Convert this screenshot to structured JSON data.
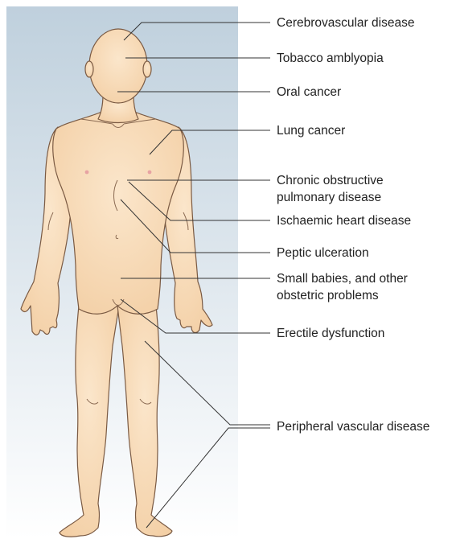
{
  "figure": {
    "labels": [
      {
        "id": "cerebrovascular",
        "lines": [
          "Cerebrovascular disease"
        ]
      },
      {
        "id": "tobacco-amblyopia",
        "lines": [
          "Tobacco amblyopia"
        ]
      },
      {
        "id": "oral-cancer",
        "lines": [
          "Oral cancer"
        ]
      },
      {
        "id": "lung-cancer",
        "lines": [
          "Lung cancer"
        ]
      },
      {
        "id": "copd",
        "lines": [
          "Chronic obstructive",
          "pulmonary disease"
        ]
      },
      {
        "id": "ischaemic-heart",
        "lines": [
          "Ischaemic heart disease"
        ]
      },
      {
        "id": "peptic-ulceration",
        "lines": [
          "Peptic ulceration"
        ]
      },
      {
        "id": "small-babies",
        "lines": [
          "Small babies, and other",
          "obstetric problems"
        ]
      },
      {
        "id": "erectile-dysfunction",
        "lines": [
          "Erectile dysfunction"
        ]
      },
      {
        "id": "peripheral-vascular",
        "lines": [
          "Peripheral vascular disease"
        ]
      }
    ],
    "colors": {
      "skin": "#f8dcb8",
      "outline": "#7a5a43",
      "background_top": "#bfd0dd",
      "background_bottom": "#ffffff",
      "leader_line": "#333333"
    }
  }
}
